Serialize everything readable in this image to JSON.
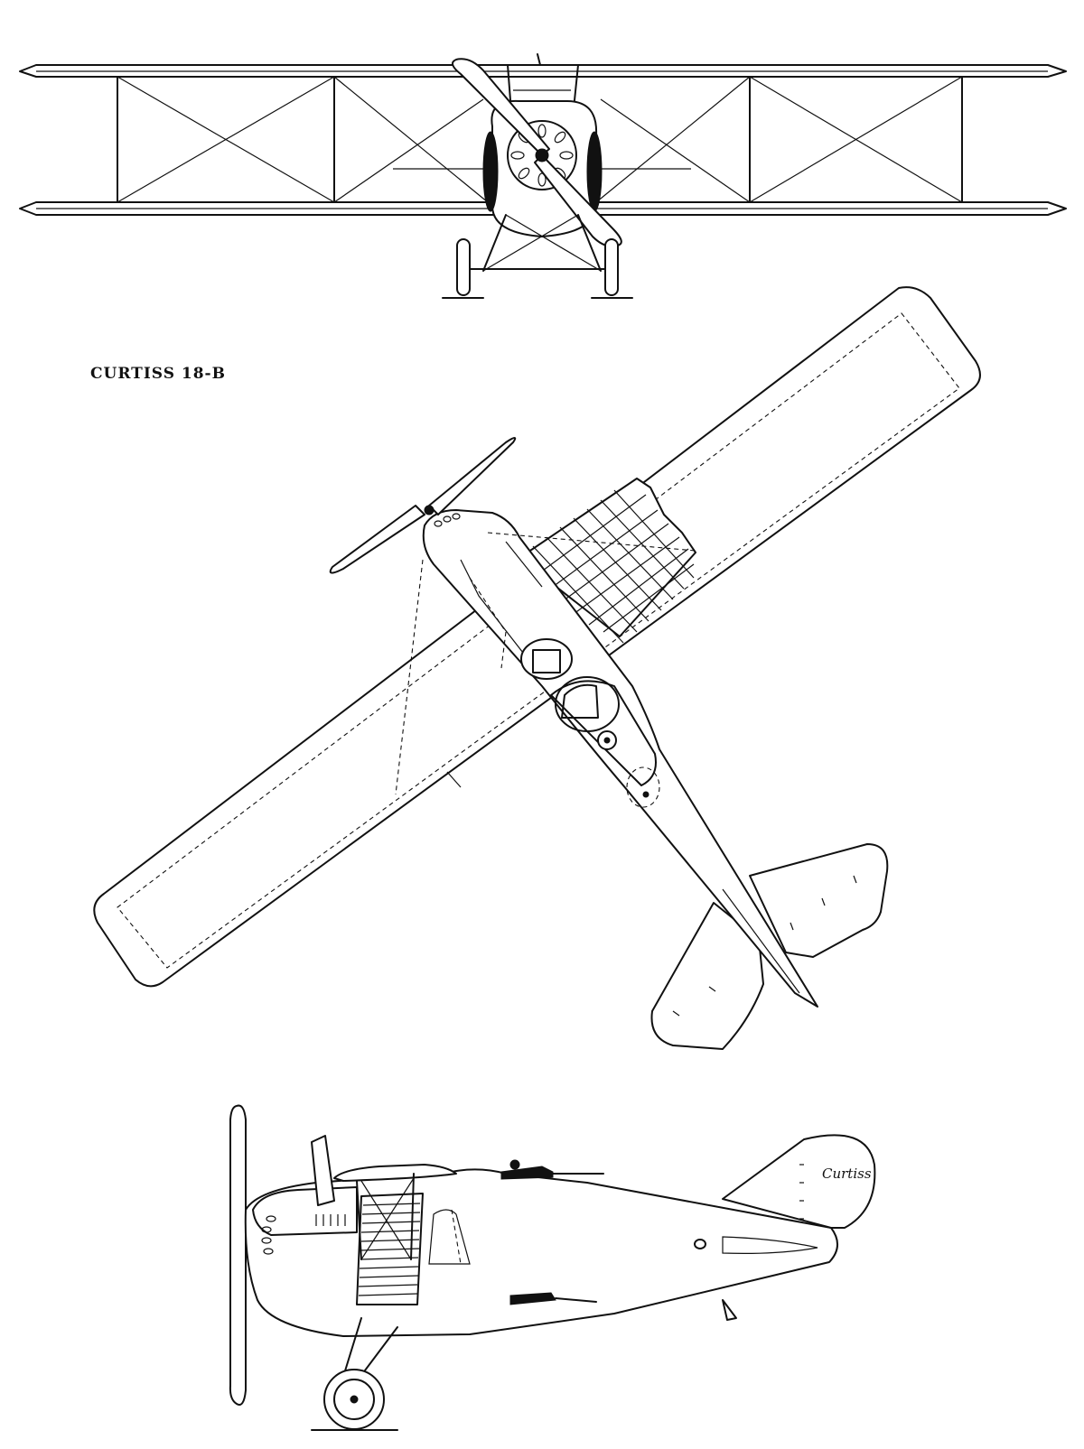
{
  "figure": {
    "caption": "CURTISS 18-B",
    "tail_marking": "Curtiss",
    "views": [
      "front-view",
      "plan-view",
      "side-view"
    ]
  }
}
